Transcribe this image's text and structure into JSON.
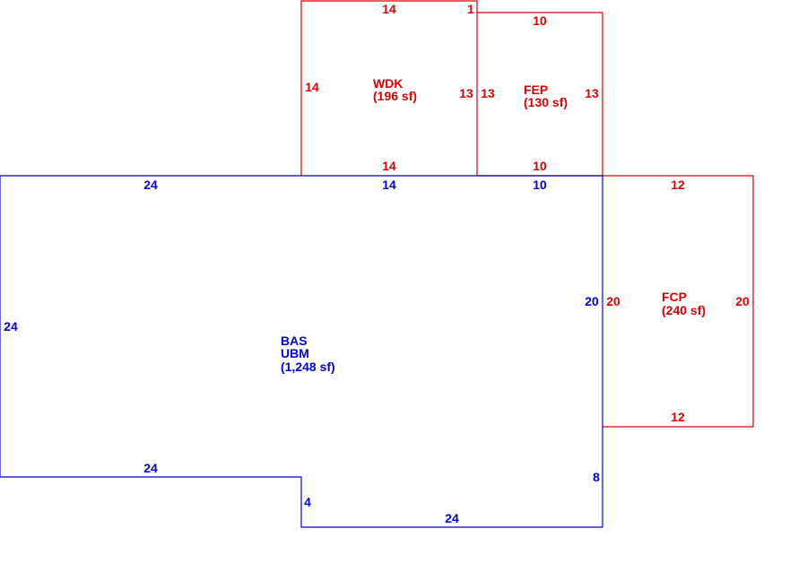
{
  "colors": {
    "main": "#0000cc",
    "addition": "#dd0000",
    "background": "#ffffff"
  },
  "areas": {
    "bas": {
      "code": "BAS",
      "code2": "UBM",
      "size": "(1,248 sf)"
    },
    "wdk": {
      "code": "WDK",
      "size": "(196 sf)"
    },
    "fep": {
      "code": "FEP",
      "size": "(130 sf)"
    },
    "fcp": {
      "code": "FCP",
      "size": "(240 sf)"
    }
  },
  "dims": {
    "bas_top_left": "24",
    "bas_top_mid": "14",
    "bas_top_right": "10",
    "bas_left": "24",
    "bas_right": "20",
    "bas_lower_right": "8",
    "bas_inner_bottom": "24",
    "bas_step": "4",
    "bas_bottom": "24",
    "wdk_top": "14",
    "wdk_jog": "1",
    "wdk_left": "14",
    "wdk_right": "13",
    "wdk_bottom": "14",
    "fep_top": "10",
    "fep_left": "13",
    "fep_right": "13",
    "fep_bottom": "10",
    "fcp_top": "12",
    "fcp_left": "20",
    "fcp_right": "20",
    "fcp_bottom": "12"
  }
}
